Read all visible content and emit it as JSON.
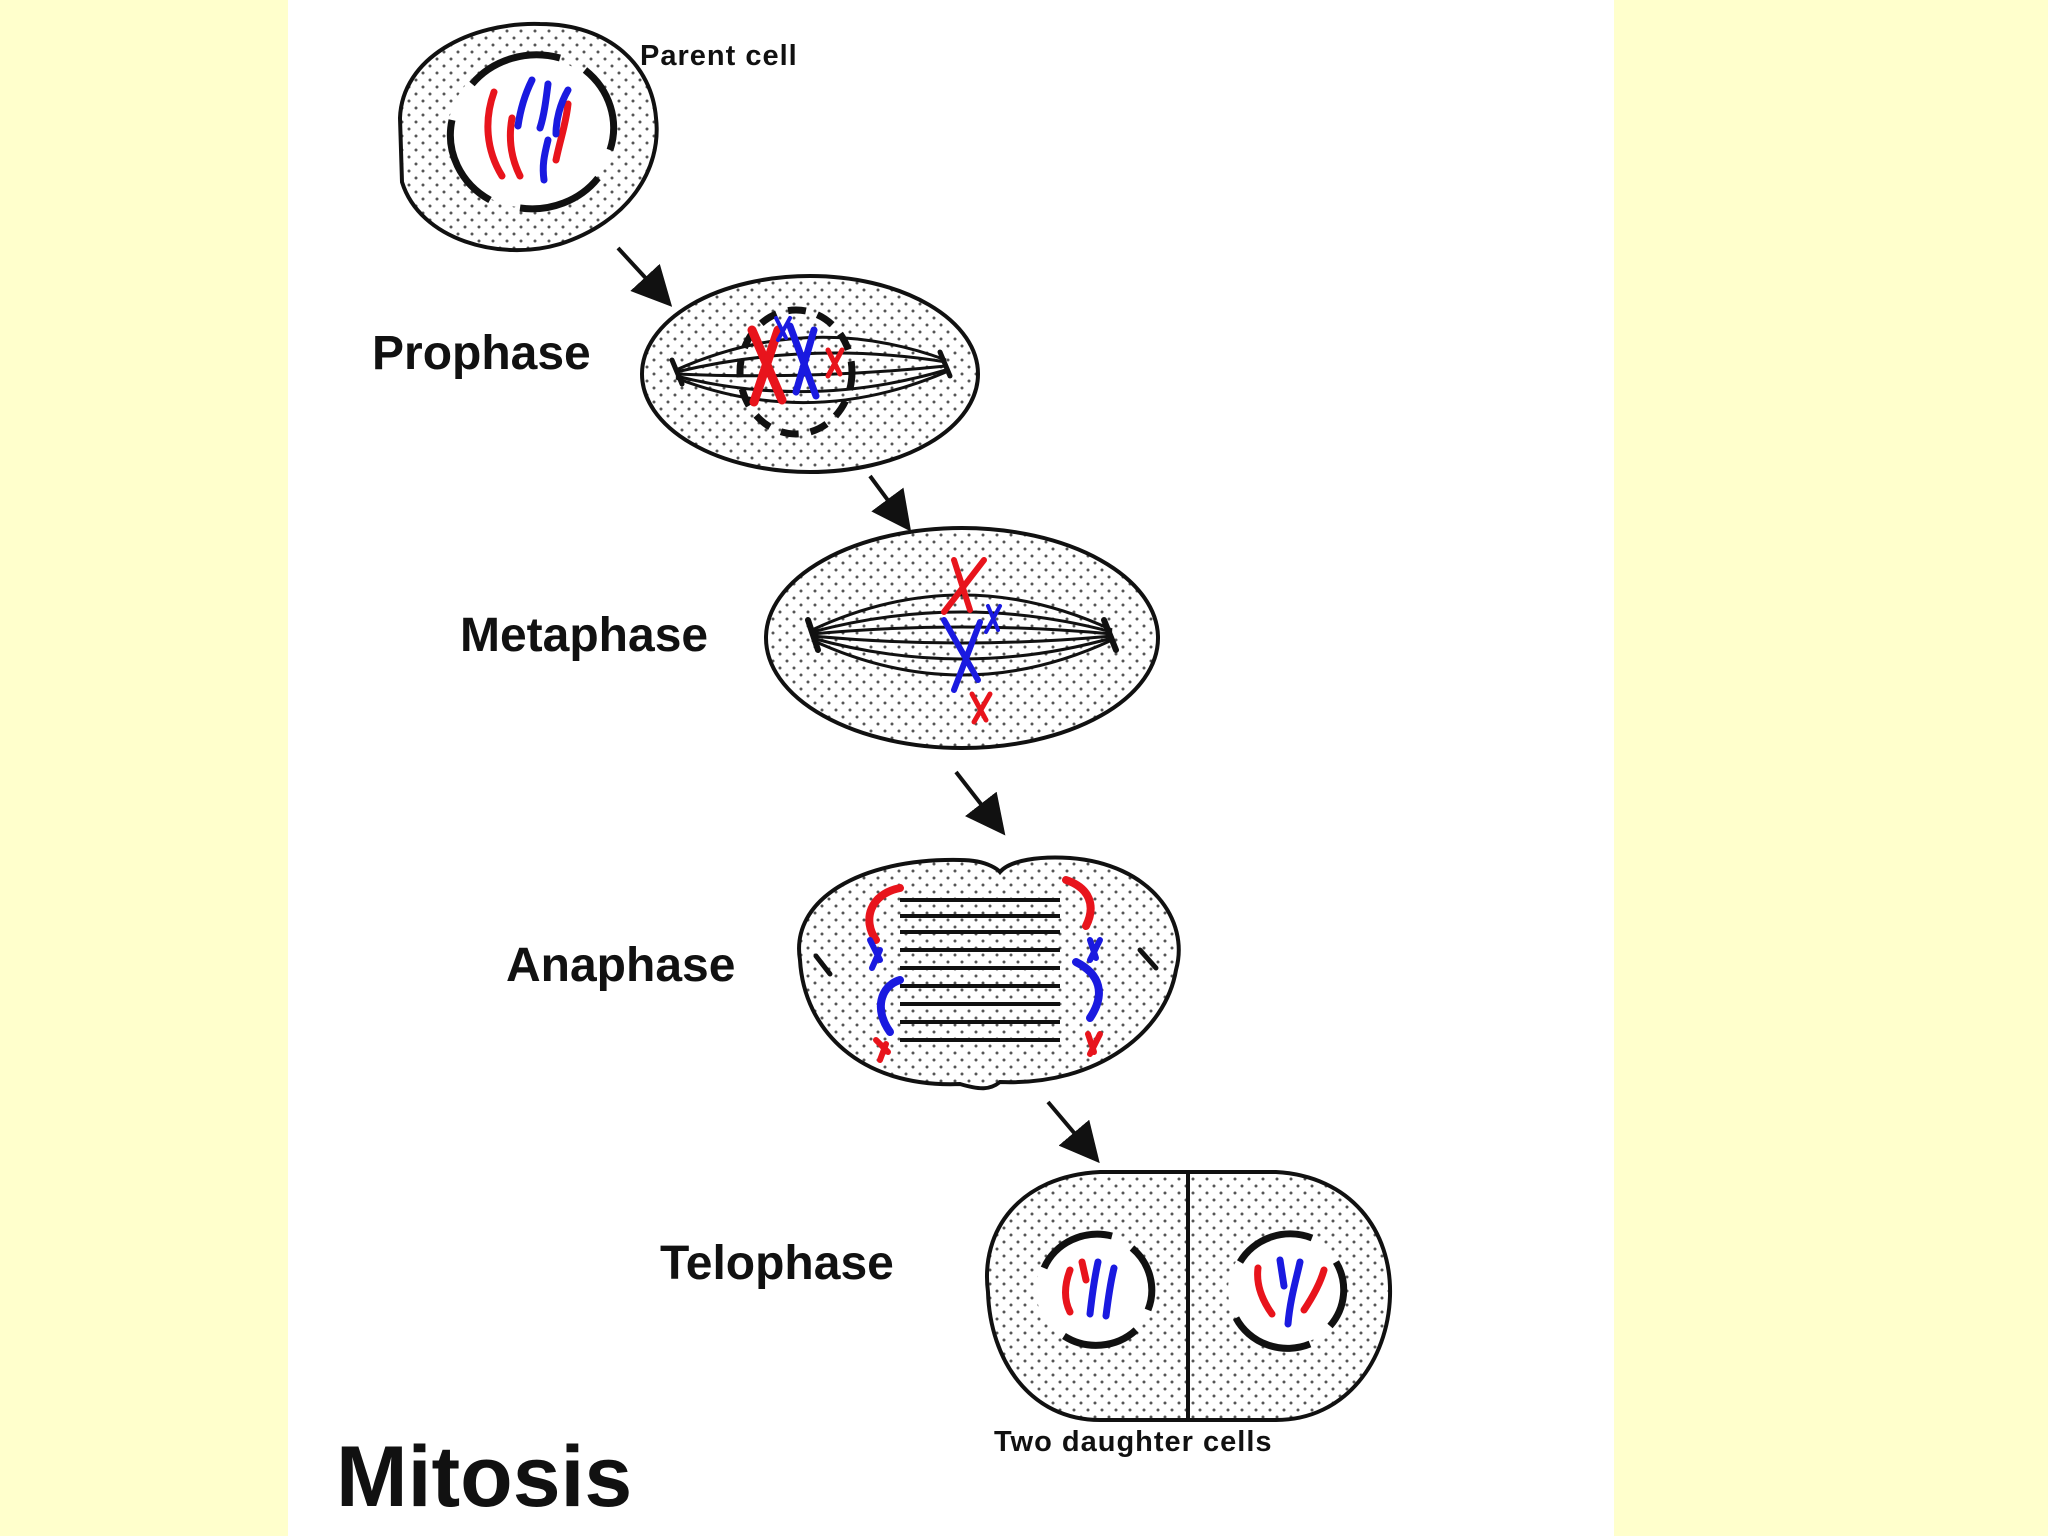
{
  "diagram": {
    "parent_label": "Parent cell",
    "phases": [
      "Prophase",
      "Metaphase",
      "Anaphase",
      "Telophase"
    ],
    "daughter_label": "Two daughter cells",
    "title": "Mitosis"
  },
  "colors": {
    "background": "#FFFFCC",
    "panel": "#FFFFFF",
    "outline": "#111111",
    "chromosome_a": "#E8141C",
    "chromosome_b": "#1A1AE0",
    "stipple": "#555555"
  }
}
